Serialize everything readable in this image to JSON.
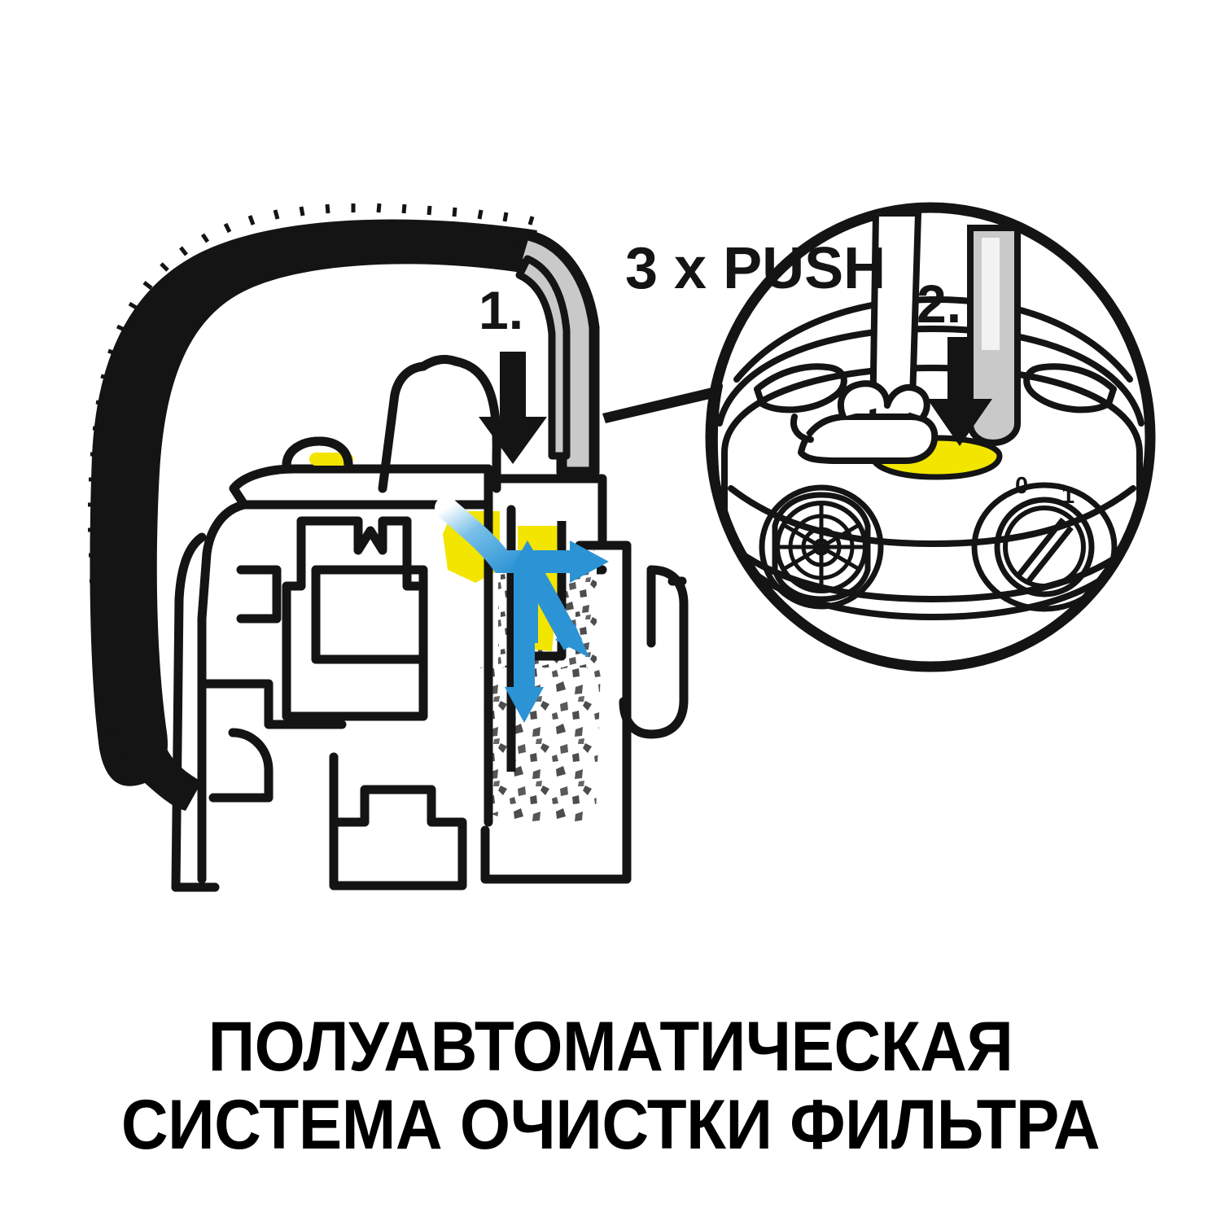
{
  "document": {
    "kind": "instruction-illustration",
    "subject": "vacuum-cleaner-filter-cleaning"
  },
  "caption": {
    "line1": "ПОЛУАВТОМАТИЧЕСКАЯ",
    "line2": "СИСТЕМА ОЧИСТКИ ФИЛЬТРА"
  },
  "annotations": {
    "push_label": "3 x PUSH",
    "step_one": "1.",
    "step_two": "2."
  },
  "inset": {
    "switch_off_label": "0",
    "switch_on_label": "1"
  },
  "colors": {
    "outline": "#141414",
    "yellow": "#F2E500",
    "blue": "#2C93D5",
    "gray_tube": "#C9C9C9",
    "dust": "#4D4D4D",
    "background": "#FFFFFF"
  }
}
